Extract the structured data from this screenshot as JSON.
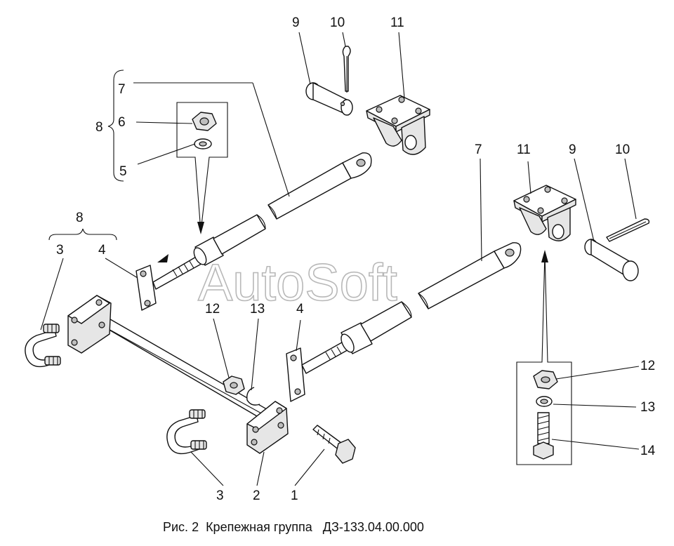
{
  "caption": "Рис. 2  Крепежная группа   ДЗ-133.04.00.000",
  "watermark": "AutoSoft",
  "callouts": {
    "c1": "1",
    "c2": "2",
    "c3a": "3",
    "c3b": "3",
    "c4a": "4",
    "c4b": "4",
    "c5": "5",
    "c6": "6",
    "c7a": "7",
    "c7b": "7",
    "c8a": "8",
    "c8b": "8",
    "c9a": "9",
    "c9b": "9",
    "c10a": "10",
    "c10b": "10",
    "c11a": "11",
    "c11b": "11",
    "c12a": "12",
    "c12b": "12",
    "c13a": "13",
    "c13b": "13",
    "c14": "14"
  }
}
